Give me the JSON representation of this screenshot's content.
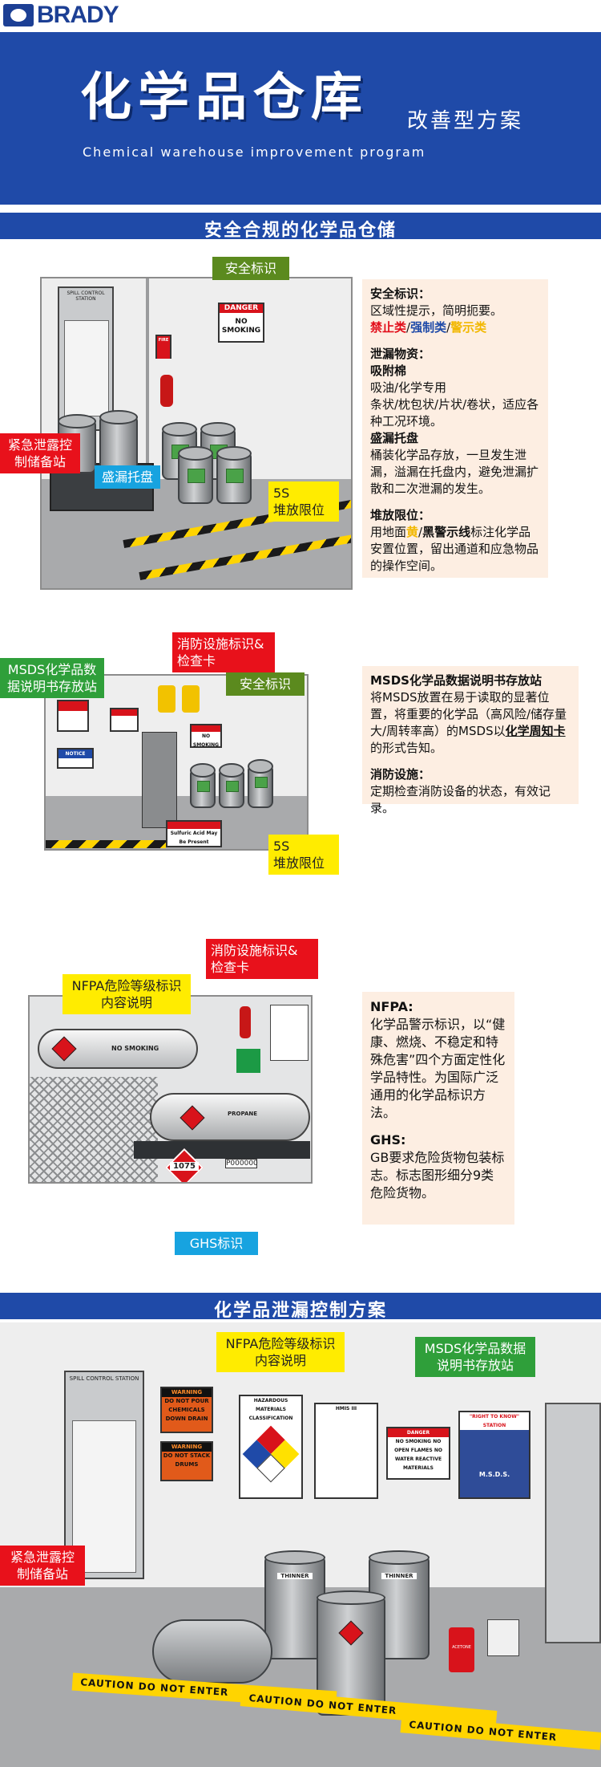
{
  "header": {
    "logo": "BRADY",
    "title": "化学品仓库",
    "subtitle": "改善型方案",
    "subtitle_en": "Chemical warehouse improvement program"
  },
  "section1": {
    "heading": "安全合规的化学品仓储",
    "tags": {
      "safety_sign": "安全标识",
      "spill_station": "紧急泄露控制储备站",
      "spill_pallet": "盛漏托盘",
      "five_s": "5S\n堆放限位"
    },
    "drawing_text": {
      "station": "SPILL CONTROL STATION",
      "danger": "DANGER",
      "no_smoking": "NO SMOKING",
      "fire": "FIRE"
    },
    "info": {
      "h1": "安全标识：",
      "p1": "区域性提示，简明扼要。",
      "c1": "禁止类",
      "c2": "强制类",
      "c3": "警示类",
      "h2": "泄漏物资：",
      "h2a": "吸附棉",
      "p2a": "吸油/化学专用",
      "p2b": "条状/枕包状/片状/卷状，适应各种工况环境。",
      "h2b": "盛漏托盘",
      "p2c": "桶装化学品存放，一旦发生泄漏，溢漏在托盘内，避免泄漏扩散和二次泄漏的发生。",
      "h3": "堆放限位：",
      "p3a": "用地面",
      "p3b": "黄",
      "p3c": "/",
      "p3d": "黑警示线",
      "p3e": "标注化学品安置位置，留出通道和应急物品的操作空间。"
    }
  },
  "section2": {
    "tags": {
      "fire_inspection": "消防设施标识&\n检查卡",
      "msds_station": "MSDS化学品数据说明书存放站",
      "safety_sign": "安全标识",
      "five_s": "5S\n堆放限位"
    },
    "drawing_text": {
      "notice": "NOTICE",
      "no_smoking": "NO SMOKING",
      "sulfuric": "Sulfuric Acid May Be Present"
    },
    "info": {
      "h1": "MSDS化学品数据说明书存放站",
      "p1a": "将MSDS放置在易于读取的显著位置，将重要的化学品（高风险/储存量大/周转率高）的MSDS以",
      "p1b": "化学周知卡",
      "p1c": "的形式告知。",
      "h2": "消防设施：",
      "p2": "定期检查消防设备的状态，有效记录。"
    }
  },
  "section3": {
    "tags": {
      "fire_inspection": "消防设施标识&\n检查卡",
      "nfpa": "NFPA危险等级标识内容说明",
      "ghs": "GHS标识"
    },
    "drawing_text": {
      "no_smoking": "NO SMOKING",
      "propane": "PROPANE",
      "un": "1075",
      "plate": "P000000"
    },
    "info": {
      "h1": "NFPA:",
      "p1": "化学品警示标识，以“健康、燃烧、不稳定和特殊危害”四个方面定性化学品特性。为国际广泛通用的化学品标识方法。",
      "h2": "GHS:",
      "p2": "GB要求危险货物包装标志。标志图形细分9类危险货物。"
    }
  },
  "section4": {
    "heading": "化学品泄漏控制方案",
    "tags": {
      "nfpa": "NFPA危险等级标识内容说明",
      "msds_station": "MSDS化学品数据说明书存放站",
      "spill_station": "紧急泄露控制储备站"
    },
    "drawing_text": {
      "station": "SPILL CONTROL STATION",
      "warning1": "WARNING",
      "warning1_body": "DO NOT POUR CHEMICALS DOWN DRAIN",
      "warning2": "WARNING",
      "warning2_body": "DO NOT STACK DRUMS",
      "hazmat": "HAZARDOUS MATERIALS CLASSIFICATION",
      "hmis": "HMIS III",
      "danger": "DANGER",
      "danger_body": "NO SMOKING NO OPEN FLAMES NO WATER REACTIVE MATERIALS",
      "rtk": "\"RIGHT TO KNOW\" STATION",
      "msds": "M.S.D.S.",
      "thinner": "THINNER",
      "acetone": "ACETONE",
      "caution": "CAUTION DO NOT ENTER"
    }
  },
  "colors": {
    "brand_blue": "#1f4aa8",
    "tag_red": "#e8111b",
    "tag_green": "#5b8a1e",
    "tag_blue": "#17a3e0",
    "tag_yellow": "#ffec00",
    "info_bg": "#fdeee2"
  }
}
